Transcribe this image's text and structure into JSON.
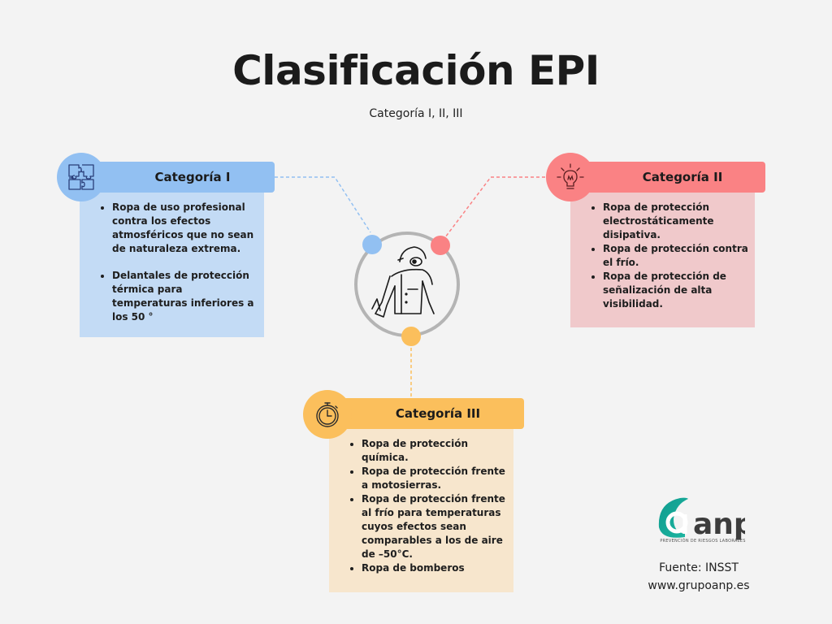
{
  "title": "Clasificación EPI",
  "subtitle": "Categoría I, II, III",
  "categories": [
    {
      "name": "Categoría I",
      "icon": "puzzle-icon",
      "color": "#92c0f2",
      "items": [
        "Ropa de uso profesional contra los efectos atmosféricos que no sean de naturaleza extrema.",
        "Delantales de protección térmica para temperaturas inferiores a los 50 °"
      ]
    },
    {
      "name": "Categoría II",
      "icon": "lightbulb-icon",
      "color": "#fa8284",
      "items": [
        "Ropa de protección electrostáticamente disipativa.",
        "Ropa de protección contra el frío.",
        "Ropa de protección de señalización de alta visibilidad."
      ]
    },
    {
      "name": "Categoría III",
      "icon": "stopwatch-icon",
      "color": "#fbbf5c",
      "items": [
        "Ropa de protección química.",
        "Ropa de protección frente a motosierras.",
        "Ropa de protección frente al frío para temperaturas cuyos efectos sean comparables a los de aire de –50°C.",
        "Ropa de bomberos"
      ]
    }
  ],
  "center_icon": "protective-suit-icon",
  "logo": {
    "text": "anp",
    "tagline": "PREVENCIÓN DE RIESGOS LABORALES"
  },
  "source": "Fuente: INSST",
  "website": "www.grupoanp.es"
}
